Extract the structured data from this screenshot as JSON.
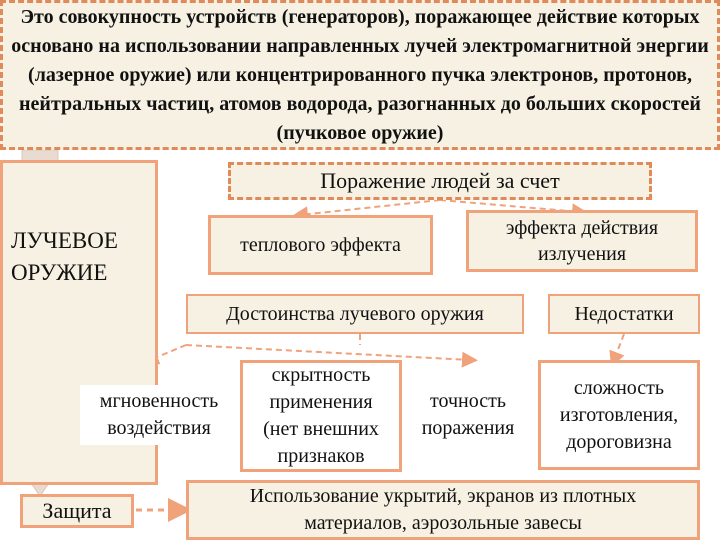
{
  "definition": "Это совокупность устройств (генераторов), поражающее действие которых основано на использовании направленных лучей электромагнитной энергии (лазерное оружие) или концентрированного пучка электронов, протонов, нейтральных частиц, атомов водорода, разогнанных до больших скоростей (пучковое оружие)",
  "weapon": {
    "line1": "ЛУЧЕВОЕ",
    "line2": "ОРУЖИЕ"
  },
  "damage": {
    "heading": "Поражение людей за счет",
    "thermal": "теплового эффекта",
    "radiation_line1": "эффекта действия",
    "radiation_line2": "излучения"
  },
  "advantages": {
    "title": "Достоинства лучевого оружия",
    "items": [
      {
        "line1": "мгновенность",
        "line2": "воздействия"
      },
      {
        "line1": "скрытность",
        "line2": "применения",
        "line3": "(нет внешних",
        "line4": "признаков"
      },
      {
        "line1": "точность",
        "line2": "поражения"
      }
    ]
  },
  "disadvantages": {
    "title": "Недостатки",
    "line1": "сложность",
    "line2": "изготовления,",
    "line3": "дороговизна"
  },
  "protection": {
    "label": "Защита",
    "line1": "Использование укрытий, экранов из плотных",
    "line2": "материалов, аэрозольные завесы"
  },
  "colors": {
    "border": "#f0a27a",
    "fill": "#f7f1e3",
    "arrow": "#e0c8b8"
  }
}
